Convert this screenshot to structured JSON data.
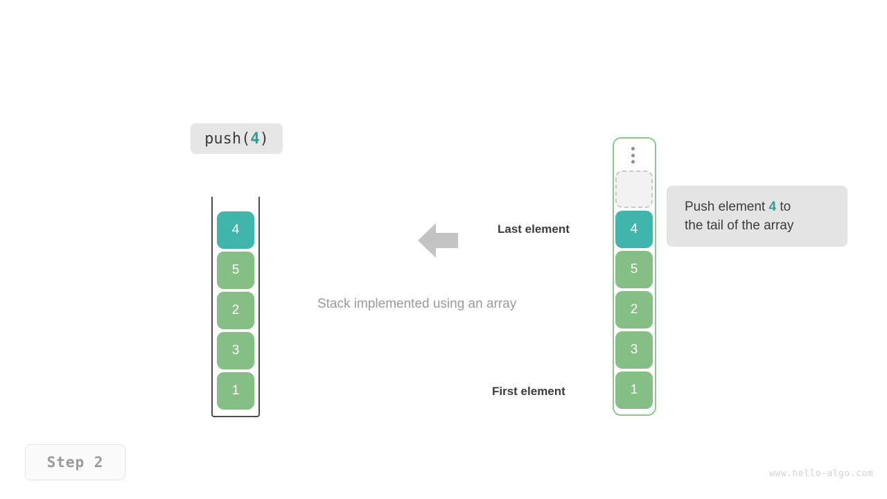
{
  "operation": {
    "prefix": "push(",
    "argument": "4",
    "suffix": ")"
  },
  "stack_panel": {
    "caption": "Stack implemented using an array",
    "cells": [
      {
        "value": "4",
        "style": "teal"
      },
      {
        "value": "5",
        "style": "green"
      },
      {
        "value": "2",
        "style": "green"
      },
      {
        "value": "3",
        "style": "green"
      },
      {
        "value": "1",
        "style": "green"
      }
    ]
  },
  "annotations": {
    "last_element": "Last element",
    "first_element": "First element",
    "arrow_icon": "arrow-left-icon",
    "arrow_color": "#c4c4c4"
  },
  "array_panel": {
    "overflow_icon": "vertical-ellipsis-icon",
    "cells": [
      {
        "value": "",
        "style": "empty"
      },
      {
        "value": "4",
        "style": "teal"
      },
      {
        "value": "5",
        "style": "green"
      },
      {
        "value": "2",
        "style": "green"
      },
      {
        "value": "3",
        "style": "green"
      },
      {
        "value": "1",
        "style": "green"
      }
    ]
  },
  "tooltip": {
    "line1_before": "Push element ",
    "line1_highlight": "4",
    "line1_after": " to",
    "line2": "the tail of the array"
  },
  "footer": {
    "step_label": "Step 2",
    "watermark": "www.hello-algo.com"
  },
  "colors": {
    "accent_teal": "#3fb5ac",
    "element_green": "#86bf85",
    "highlight_text": "#2e9e92",
    "array_border": "#8ec78c",
    "stack_border": "#4a4a4a",
    "chip_background": "#e6e6e6"
  }
}
